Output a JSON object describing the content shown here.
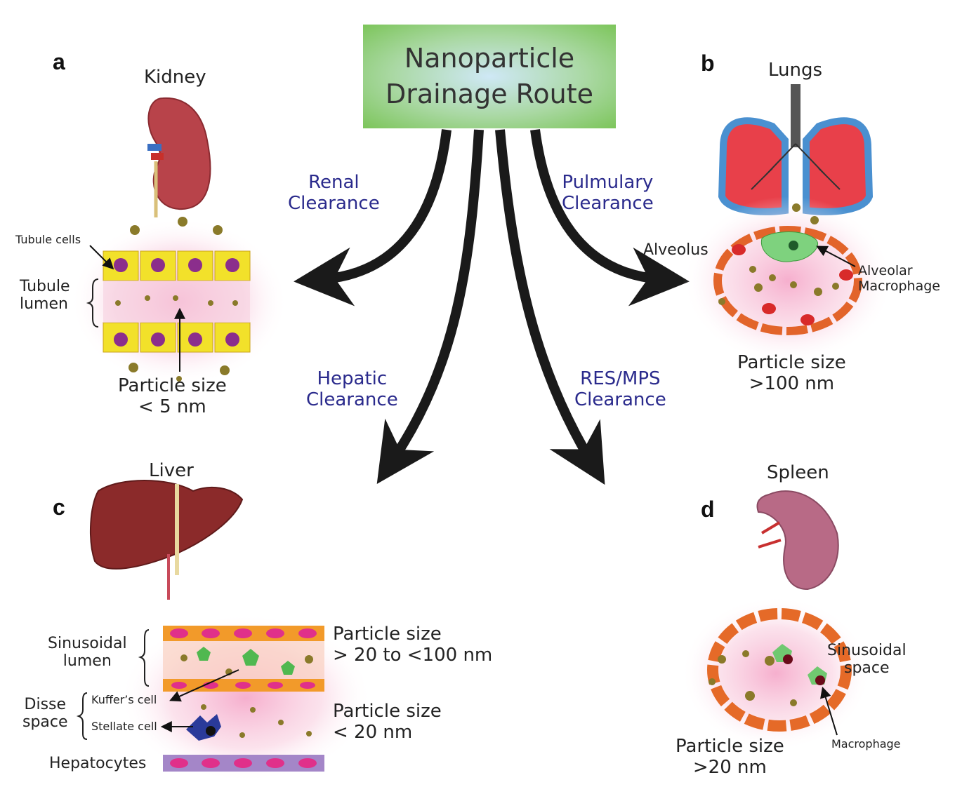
{
  "title": {
    "line1": "Nanoparticle",
    "line2": "Drainage Route"
  },
  "routes": {
    "renal": [
      "Renal",
      "Clearance"
    ],
    "pulmonary": [
      "Pulmulary",
      "Clearance"
    ],
    "hepatic": [
      "Hepatic",
      "Clearance"
    ],
    "res": [
      "RES/MPS",
      "Clearance"
    ]
  },
  "panels": {
    "a": {
      "letter": "a",
      "organ": "Kidney",
      "labels": {
        "tubule_cells": "Tubule cells",
        "tubule_lumen": [
          "Tubule",
          "lumen"
        ]
      },
      "size": [
        "Particle size",
        "< 5 nm"
      ]
    },
    "b": {
      "letter": "b",
      "organ": "Lungs",
      "labels": {
        "alveolus": "Alveolus",
        "macrophage": [
          "Alveolar",
          "Macrophage"
        ]
      },
      "size": [
        "Particle size",
        ">100 nm"
      ]
    },
    "c": {
      "letter": "c",
      "organ": "Liver",
      "labels": {
        "sinusoidal_lumen": [
          "Sinusoidal",
          "lumen"
        ],
        "disse_space": [
          "Disse",
          "space"
        ],
        "kuffer": "Kuffer’s cell",
        "stellate": "Stellate cell",
        "hepatocytes": "Hepatocytes"
      },
      "size_upper": [
        "Particle size",
        "> 20 to <100 nm"
      ],
      "size_lower": [
        "Particle size",
        "< 20 nm"
      ]
    },
    "d": {
      "letter": "d",
      "organ": "Spleen",
      "labels": {
        "sinusoidal_space": [
          "Sinusoidal",
          "space"
        ],
        "macrophage": "Macrophage"
      },
      "size": [
        "Particle size",
        ">20 nm"
      ]
    }
  },
  "colors": {
    "title_green": "#7cc55a",
    "route_text": "#2a2a8c",
    "arrow": "#1a1a1a",
    "particle": "#8a7a2a",
    "glow": "#f7b8d2"
  }
}
